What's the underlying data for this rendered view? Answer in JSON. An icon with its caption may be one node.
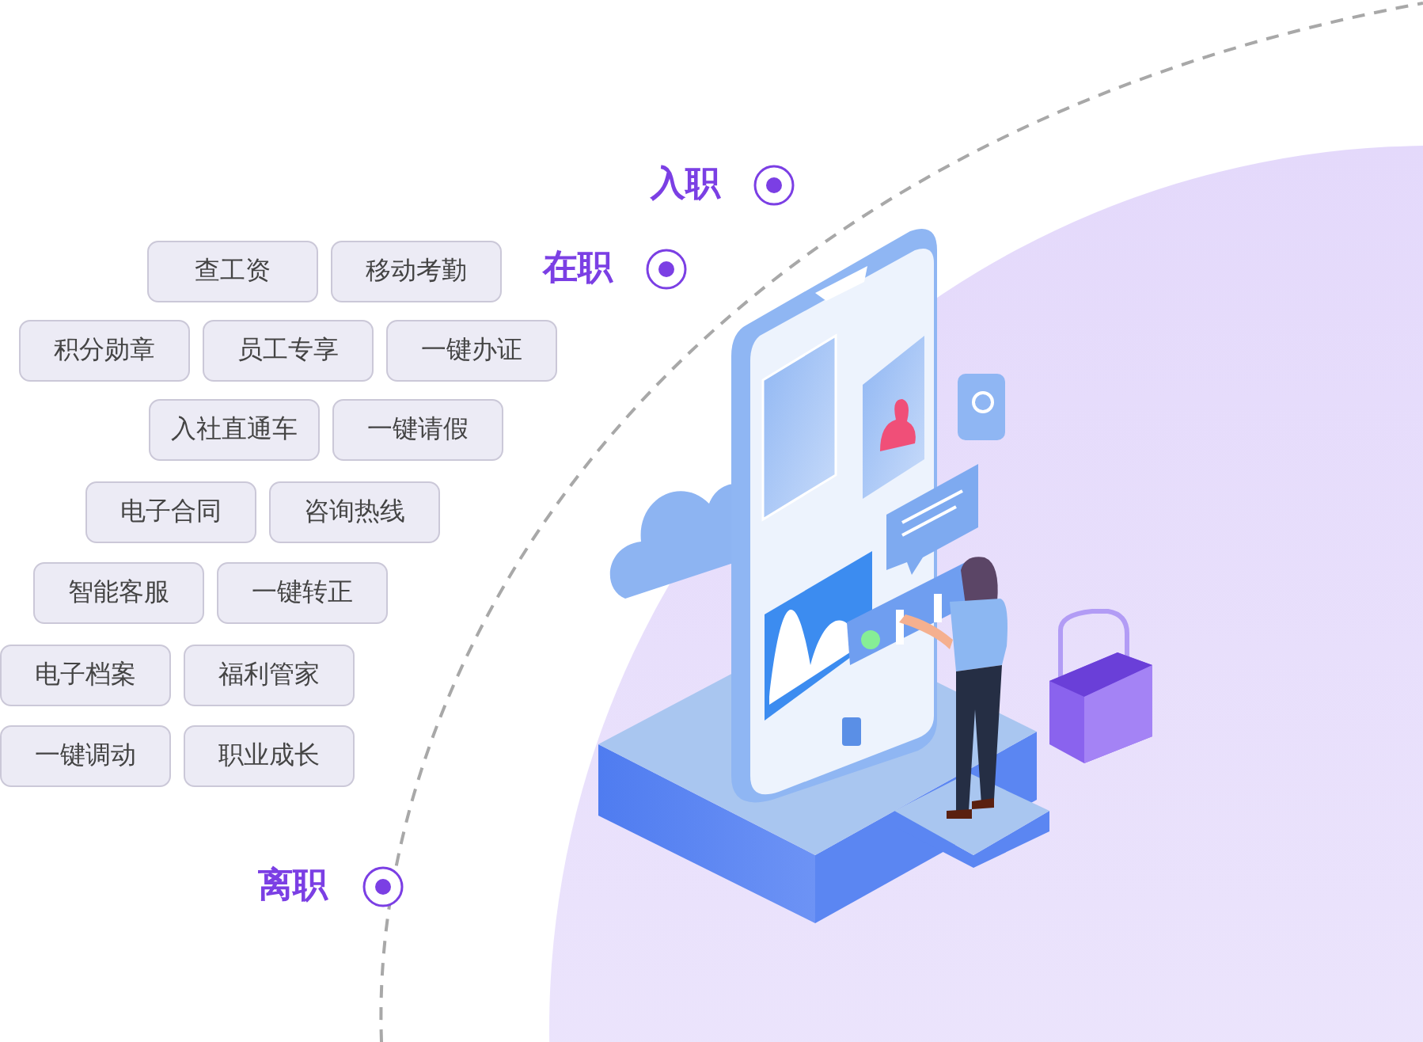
{
  "diagram": {
    "nodes": [
      {
        "text": [
          "查工资"
        ]
      },
      {
        "text": [
          "移动考勤"
        ]
      },
      {
        "text": [
          "积分勋章"
        ]
      },
      {
        "text": [
          "员工专享"
        ]
      },
      {
        "text": [
          "一键办证"
        ]
      },
      {
        "text": [
          "入社直通车"
        ]
      },
      {
        "text": [
          "一键请假"
        ]
      },
      {
        "text": [
          "电子合同"
        ]
      },
      {
        "text": [
          "咨询热线"
        ]
      },
      {
        "text": [
          "智能客服"
        ]
      },
      {
        "text": [
          "一键转正"
        ]
      },
      {
        "text": [
          "电子档案"
        ]
      },
      {
        "text": [
          "福利管家"
        ]
      },
      {
        "text": [
          "一键调动"
        ]
      },
      {
        "text": [
          "职业成长"
        ]
      }
    ],
    "labels": [
      "入职",
      "在职",
      "离职"
    ]
  }
}
